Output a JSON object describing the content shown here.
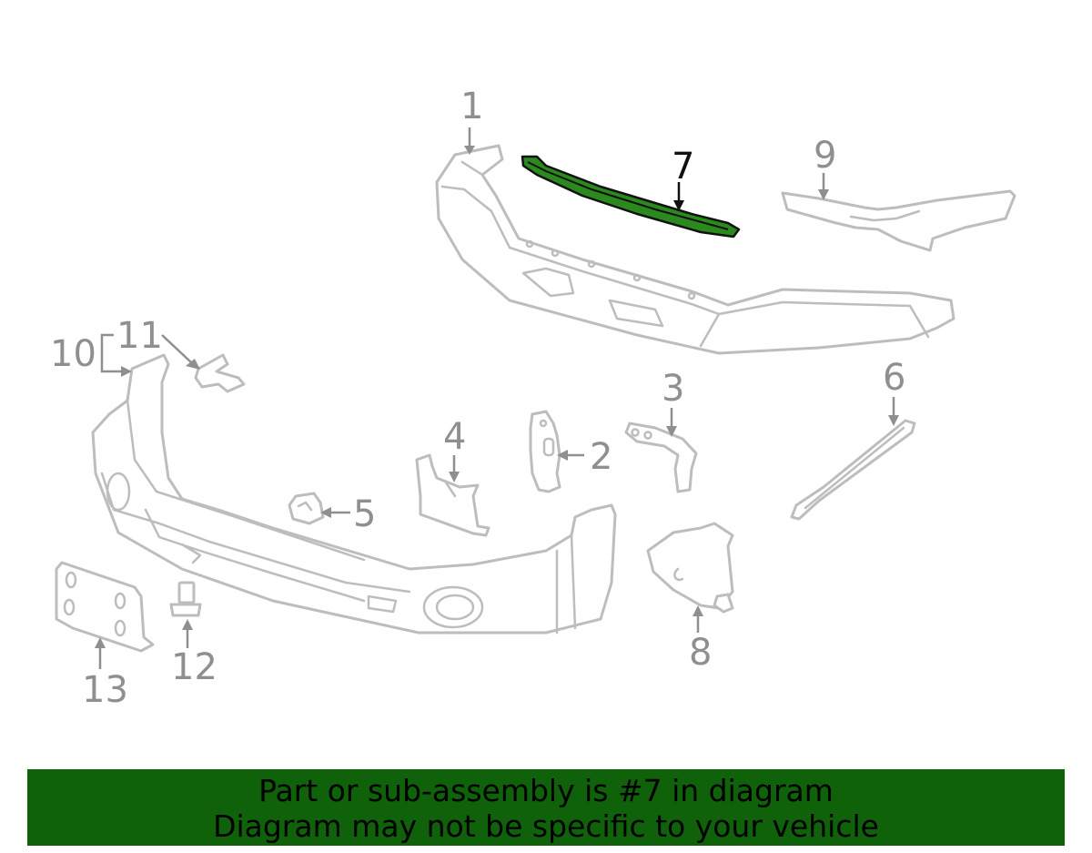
{
  "callouts": {
    "c1": "1",
    "c2": "2",
    "c3": "3",
    "c4": "4",
    "c5": "5",
    "c6": "6",
    "c7": "7",
    "c8": "8",
    "c9": "9",
    "c10": "10",
    "c11": "11",
    "c12": "12",
    "c13": "13"
  },
  "highlighted_part": "7",
  "colors": {
    "highlight": "#2a8a1e",
    "banner": "#0f610a",
    "parts_outline": "#bdbdbd",
    "callout": "#8f8f8f"
  },
  "banner": {
    "line1": "Part or sub-assembly is #7 in diagram",
    "line2": "Diagram may not be specific to your vehicle"
  }
}
